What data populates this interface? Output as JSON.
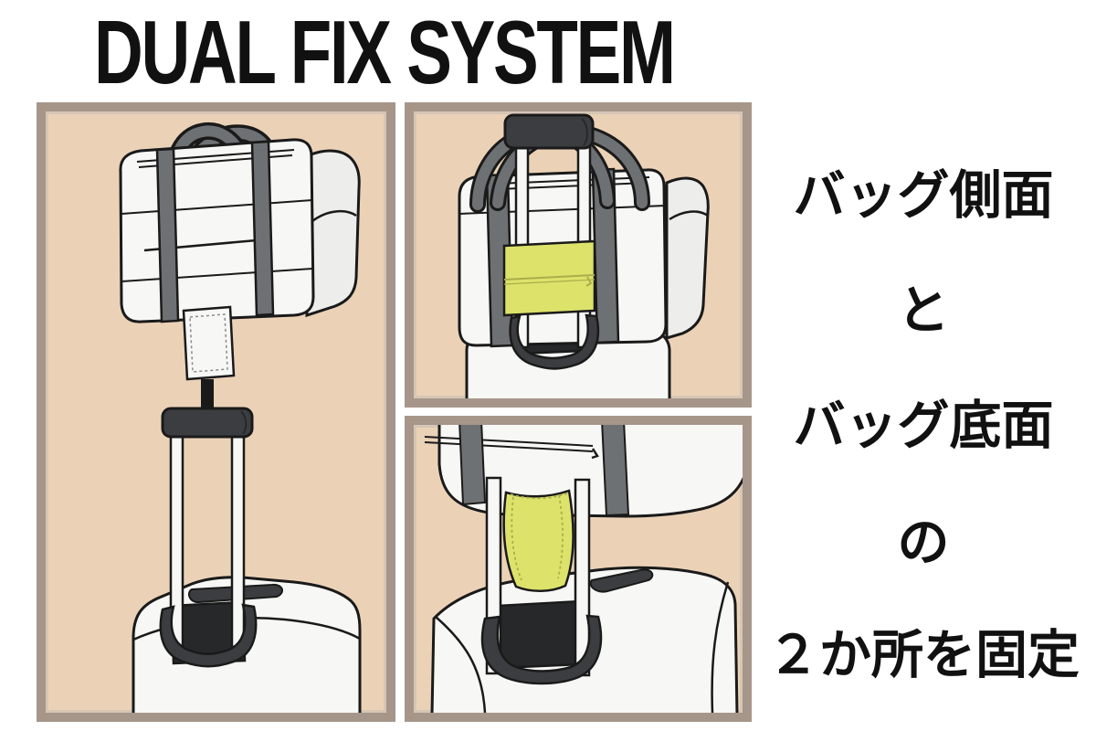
{
  "title": "DUAL FIX SYSTEM",
  "caption": {
    "lines": [
      "バッグ側面",
      "と",
      "バッグ底面",
      "の",
      "２か所を固定"
    ]
  },
  "colors": {
    "page_bg": "#FFFFFF",
    "panel_bg": "#EBD2B7",
    "panel_border": "#A6968A",
    "bag_white": "#F7F7F5",
    "bag_shade": "#EDEDEB",
    "strap_gray": "#6E7173",
    "hardware_dark": "#3B3D40",
    "hardware_darker": "#26282A",
    "accent_yellow": "#DDE26B",
    "stitch_olive": "#AAAE4A",
    "outline_black": "#1A1A1A",
    "text_black": "#111111"
  }
}
